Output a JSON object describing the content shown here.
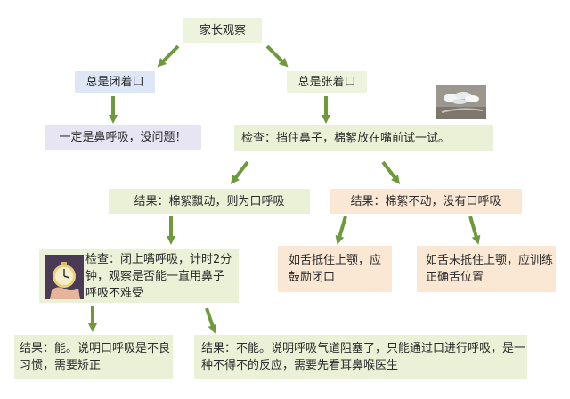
{
  "nodes": {
    "root": "家长观察",
    "closed": "总是闭着口",
    "open": "总是张着口",
    "nasal_ok": "一定是鼻呼吸，没问题！",
    "check1": "检查：挡住鼻子，棉絮放在嘴前试一试。",
    "result_moves": "结果：棉絮飘动，则为口呼吸",
    "result_still": "结果：棉絮不动，没有口呼吸",
    "check2": "检查：闭上嘴呼吸，计时2分钟，观察是否能一直用鼻子呼吸不难受",
    "tongue_up": "如舌抵住上颚，应鼓励闭口",
    "tongue_down": "如舌未抵住上颚，应训练正确舌位置",
    "result_can": "结果：能。说明口呼吸是不良习惯，需要矫正",
    "result_cannot": "结果：不能。说明呼吸气道阻塞了，只能通过口进行呼吸，是一种不得不的反应，需要先看耳鼻喉医生"
  },
  "colors": {
    "arrow": "#6f9a3c",
    "green_box": "#eaf1d6",
    "blue_box": "#dde7f6",
    "lavender_box": "#e7e5f4",
    "peach_box": "#fae8d4"
  },
  "icons": [
    "cotton-photo-icon",
    "stopwatch-photo-icon"
  ]
}
